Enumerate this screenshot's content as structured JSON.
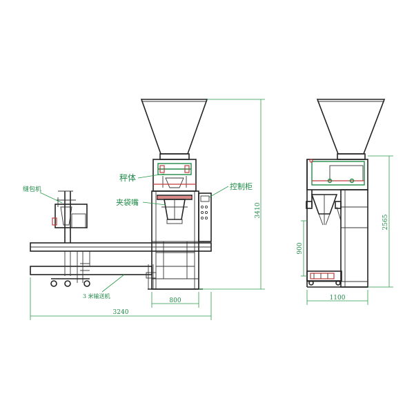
{
  "labels": {
    "sewing_machine": "缝包机",
    "scale_body": "秤体",
    "bag_clamp": "夹袋嘴",
    "control_cabinet": "控制柜",
    "conveyor": "3 米输送机"
  },
  "dimensions": {
    "front_total_height": "3410",
    "front_base_width": "800",
    "front_total_length": "3240",
    "side_height": "2565",
    "side_clearance": "900",
    "side_width": "1100"
  },
  "colors": {
    "drawing": "#222222",
    "dimension": "#2a9a4a",
    "accent": "#c23b3b"
  }
}
